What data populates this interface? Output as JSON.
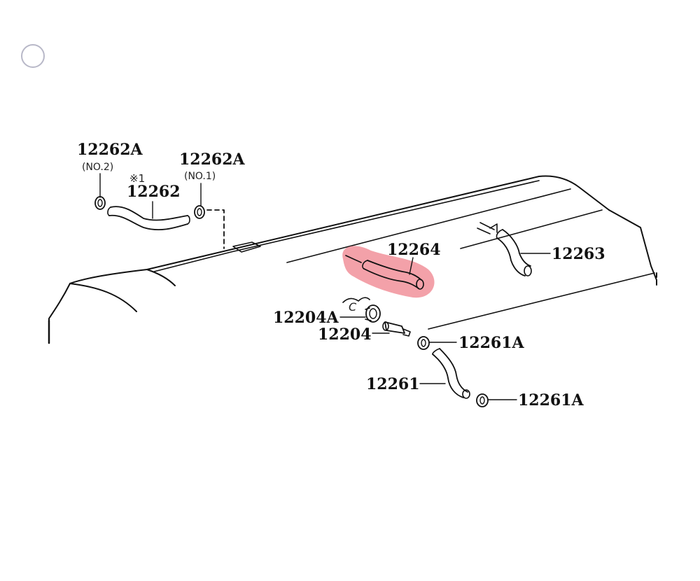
{
  "select_marker": "",
  "highlight_color": "#f08a93",
  "labels": {
    "p12262a_no2": "12262A",
    "no2": "(NO.2)",
    "mark": "※1",
    "p12262": "12262",
    "p12262a_no1": "12262A",
    "no1": "(NO.1)",
    "p12264": "12264",
    "p12263": "12263",
    "p12204a": "12204A",
    "p12204": "12204",
    "p12261a_top": "12261A",
    "p12261": "12261",
    "p12261a_bottom": "12261A"
  }
}
